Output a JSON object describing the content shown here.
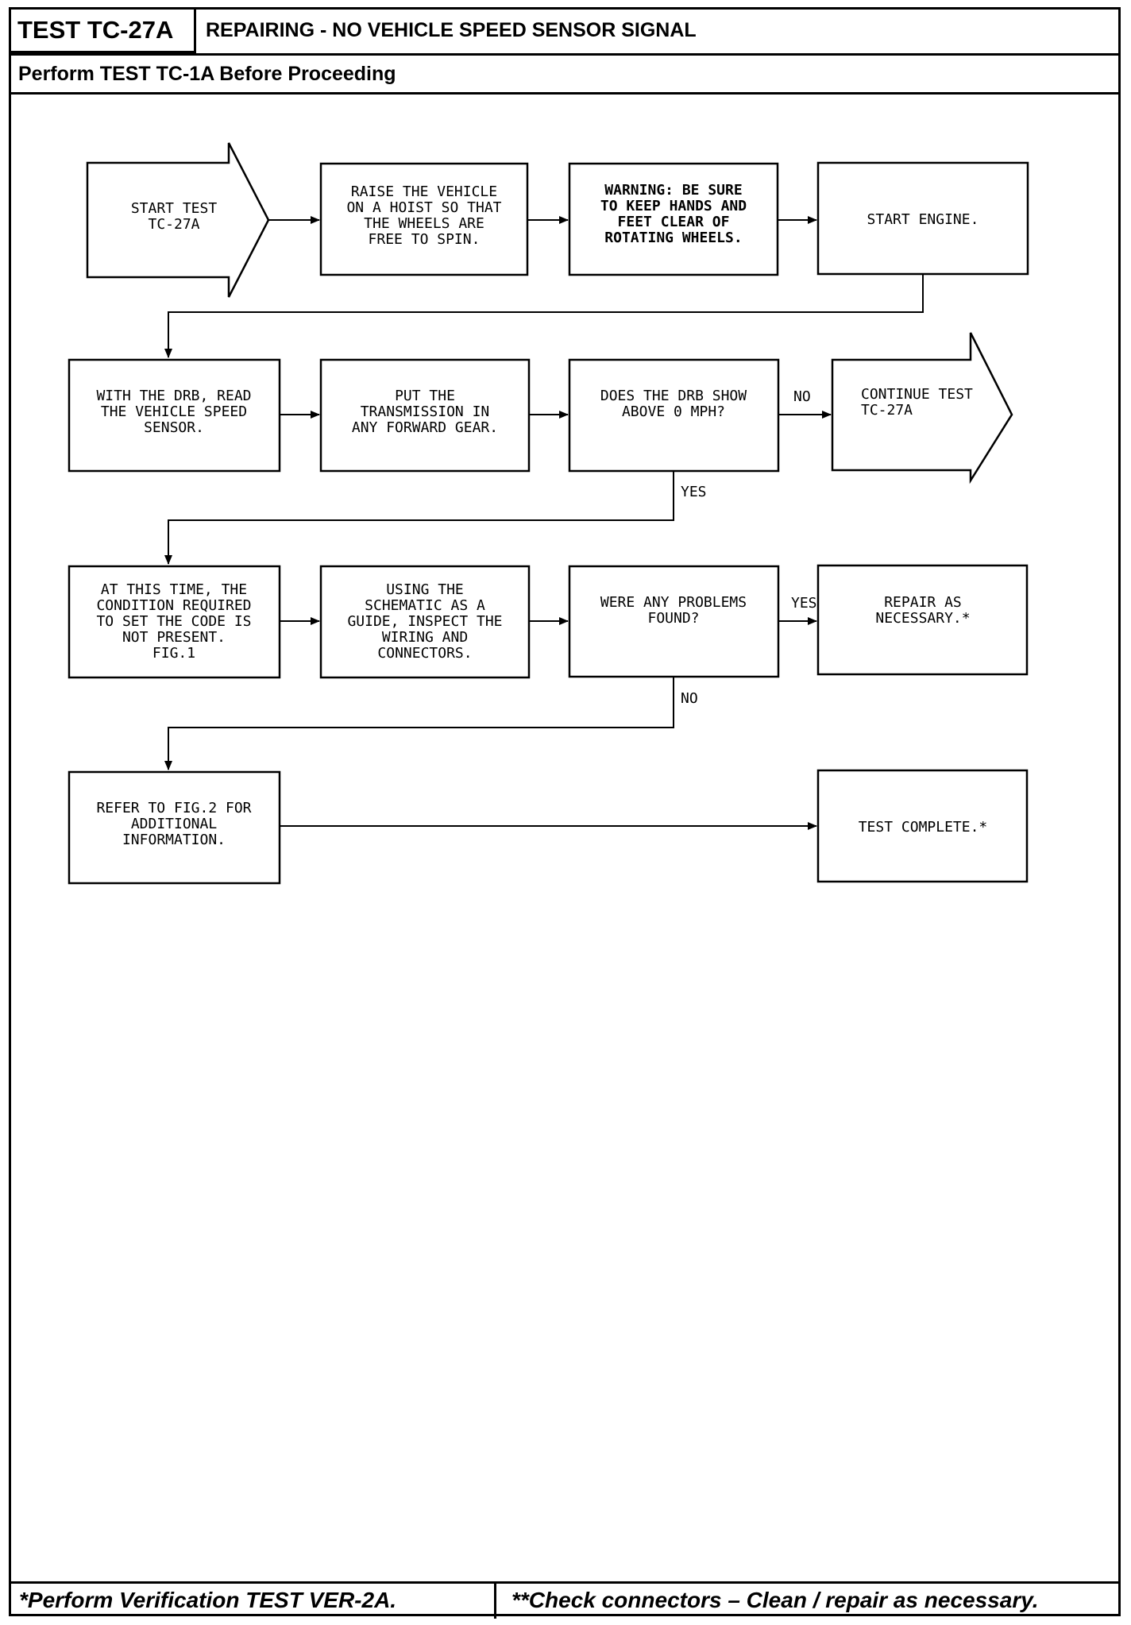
{
  "header": {
    "test_code": "TEST TC-27A",
    "title": "REPAIRING - NO VEHICLE SPEED SENSOR SIGNAL",
    "subtitle": "Perform TEST TC-1A Before Proceeding"
  },
  "flowchart": {
    "start": [
      "START TEST",
      "TC-27A"
    ],
    "raise_vehicle": [
      "RAISE THE VEHICLE",
      "ON A HOIST SO THAT",
      "THE WHEELS ARE",
      "FREE TO SPIN."
    ],
    "warning": [
      "WARNING: BE SURE",
      "TO KEEP HANDS AND",
      "FEET CLEAR OF",
      "ROTATING WHEELS."
    ],
    "start_engine": [
      "START ENGINE."
    ],
    "read_sensor": [
      "WITH THE DRB, READ",
      "THE VEHICLE SPEED",
      "SENSOR."
    ],
    "put_transmission": [
      "PUT THE",
      "TRANSMISSION IN",
      "ANY FORWARD GEAR."
    ],
    "drb_question": [
      "DOES THE DRB SHOW",
      "ABOVE 0 MPH?"
    ],
    "continue_test": [
      "CONTINUE TEST",
      "TC-27A"
    ],
    "condition_not_present": [
      "AT THIS TIME, THE",
      "CONDITION REQUIRED",
      "TO SET THE CODE IS",
      "NOT PRESENT.",
      "FIG.1"
    ],
    "inspect_wiring": [
      "USING THE",
      "SCHEMATIC AS A",
      "GUIDE, INSPECT THE",
      "WIRING AND",
      "CONNECTORS."
    ],
    "problems_question": [
      "WERE ANY PROBLEMS",
      "FOUND?"
    ],
    "repair": [
      "REPAIR AS",
      "NECESSARY.*"
    ],
    "refer_fig2": [
      "REFER TO FIG.2 FOR",
      "ADDITIONAL",
      "INFORMATION."
    ],
    "test_complete": [
      "TEST COMPLETE.*"
    ],
    "labels": {
      "no_1": "NO",
      "yes_1": "YES",
      "yes_2": "YES",
      "no_2": "NO"
    }
  },
  "footer": {
    "left_note": "*Perform Verification TEST VER-2A.",
    "right_note": "**Check connectors – Clean / repair as necessary."
  }
}
